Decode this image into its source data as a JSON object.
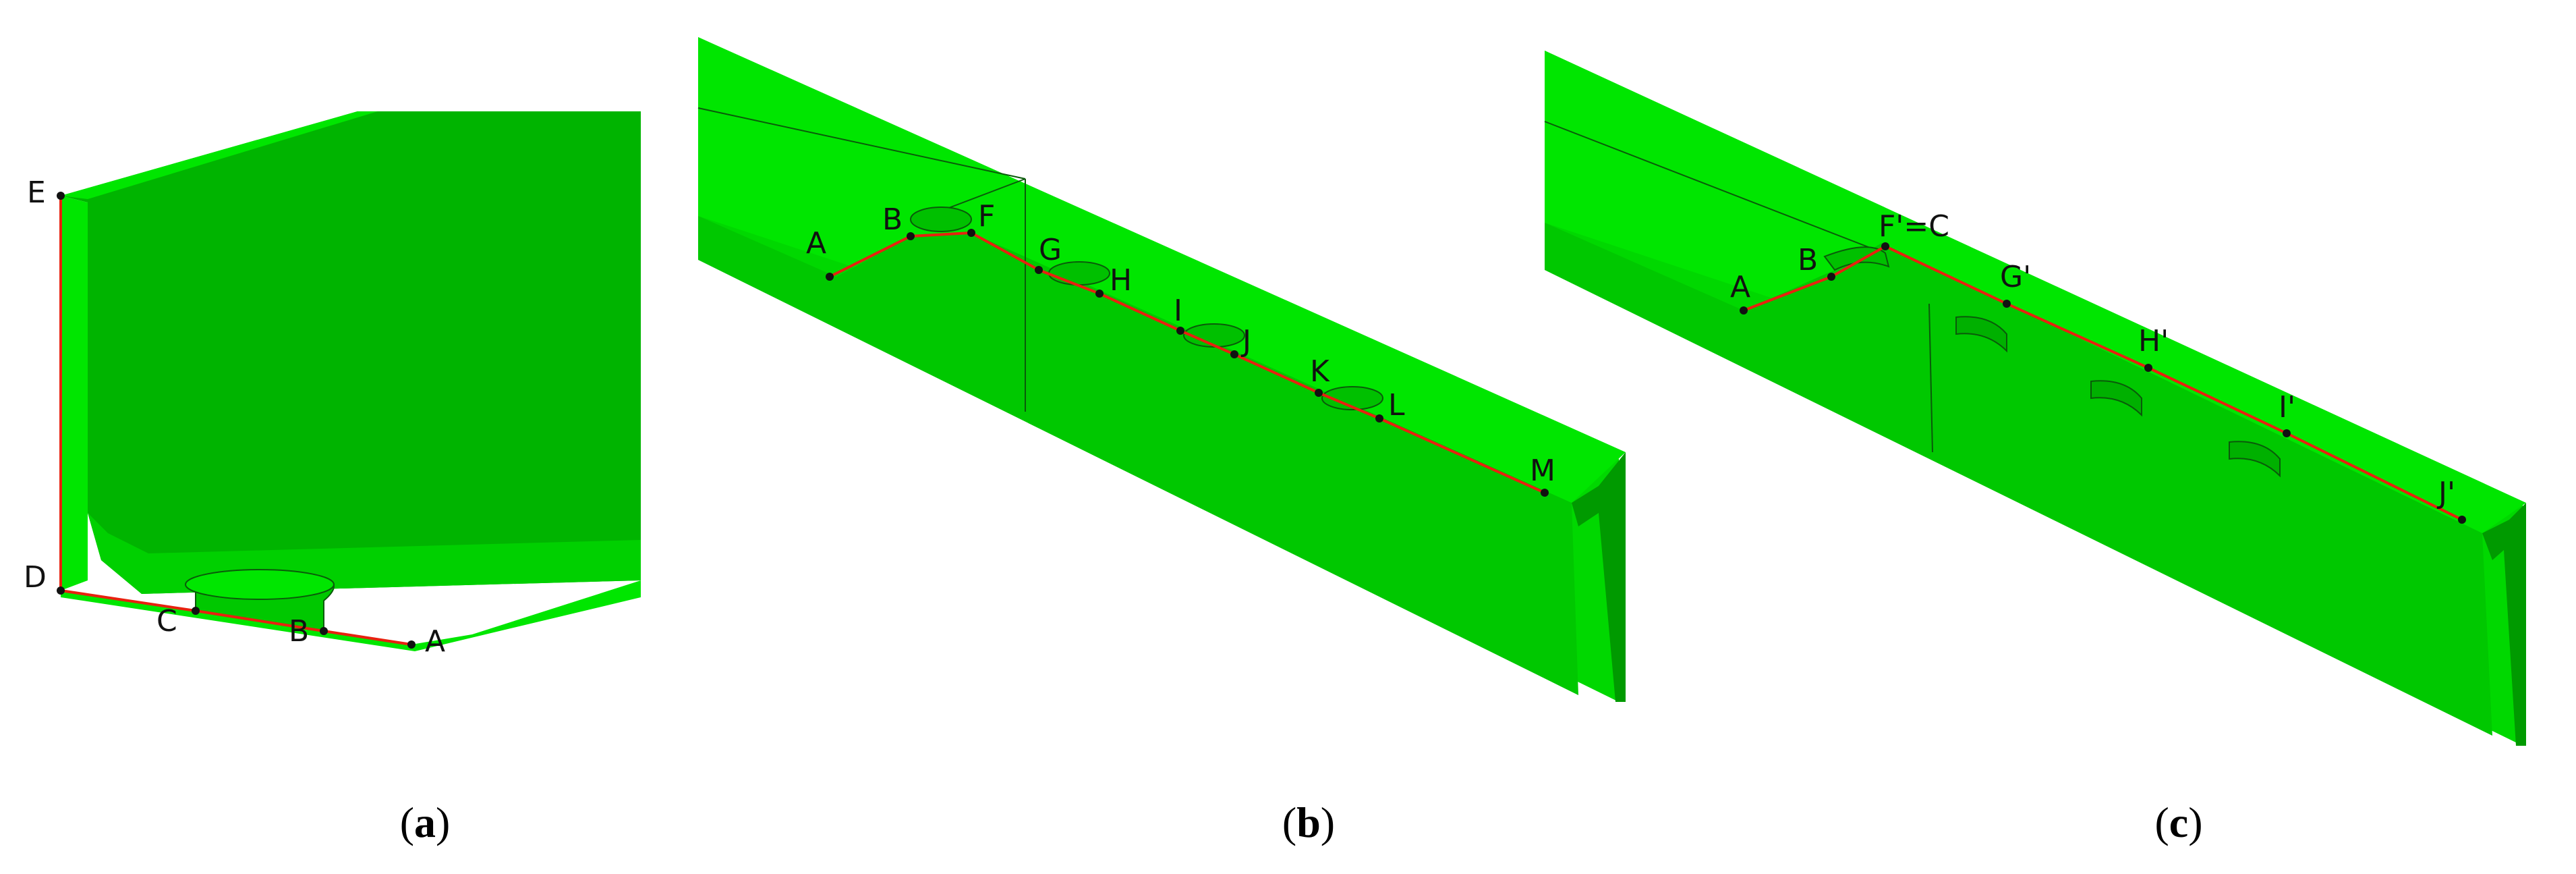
{
  "colors": {
    "green_light": "#00e600",
    "green_mid": "#00c800",
    "green_dark": "#009a00",
    "green_face": "#00b400",
    "path_line": "#e8210f",
    "point": "#111111",
    "edge": "#0a5a0a"
  },
  "panels": [
    {
      "caption_letter": "a",
      "points": [
        "E",
        "D",
        "C",
        "B",
        "A"
      ]
    },
    {
      "caption_letter": "b",
      "points": [
        "A",
        "B",
        "F",
        "G",
        "H",
        "I",
        "J",
        "K",
        "L",
        "M"
      ]
    },
    {
      "caption_letter": "c",
      "points": [
        "A",
        "B",
        "F'=C",
        "G'",
        "H'",
        "I'",
        "J'"
      ]
    }
  ]
}
